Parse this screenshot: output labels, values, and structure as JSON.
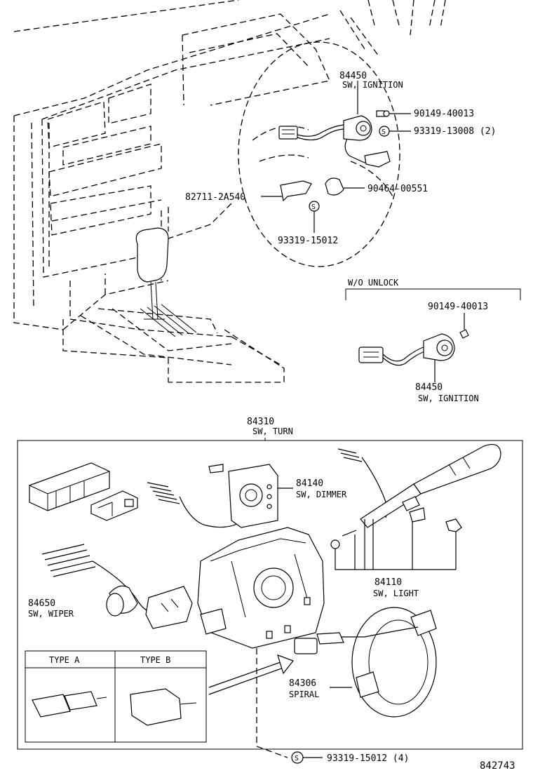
{
  "labels": {
    "ign_num": "84450",
    "ign_name": "SW, IGNITION",
    "screw1": "90149-40013",
    "screw2": "93319-13008 (2)",
    "clamp": "90464-00551",
    "bracket": "82711-2A540",
    "screw3": "93319-15012",
    "wo_title": "W/O UNLOCK",
    "wo_screw": "90149-40013",
    "wo_num": "84450",
    "wo_name": "SW, IGNITION",
    "turn_num": "84310",
    "turn_name": "SW, TURN",
    "dimmer_num": "84140",
    "dimmer_name": "SW, DIMMER",
    "wiper_num": "84650",
    "wiper_name": "SW, WIPER",
    "light_num": "84110",
    "light_name": "SW, LIGHT",
    "spiral_num": "84306",
    "spiral_name": "SPIRAL",
    "type_a": "TYPE A",
    "type_b": "TYPE B",
    "bottom_screw": "93319-15012 (4)",
    "s_mark": "S",
    "diagram_no": "842743"
  }
}
